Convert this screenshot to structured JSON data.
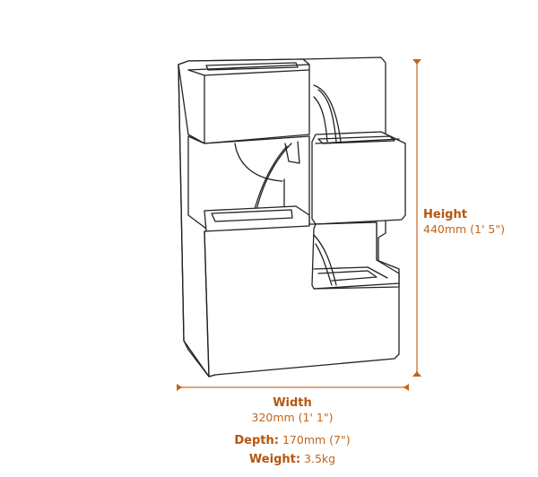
{
  "dimensions": {
    "height": {
      "label": "Height",
      "value": "440mm (1' 5\")"
    },
    "width": {
      "label": "Width",
      "value": "320mm (1' 1\")"
    },
    "depth": {
      "label": "Depth:",
      "value": "170mm (7\")"
    },
    "weight": {
      "label": "Weight:",
      "value": "3.5kg"
    }
  },
  "colors": {
    "accent": "#c0651c",
    "dimension_line": "#dca57e",
    "outline": "#222222"
  }
}
